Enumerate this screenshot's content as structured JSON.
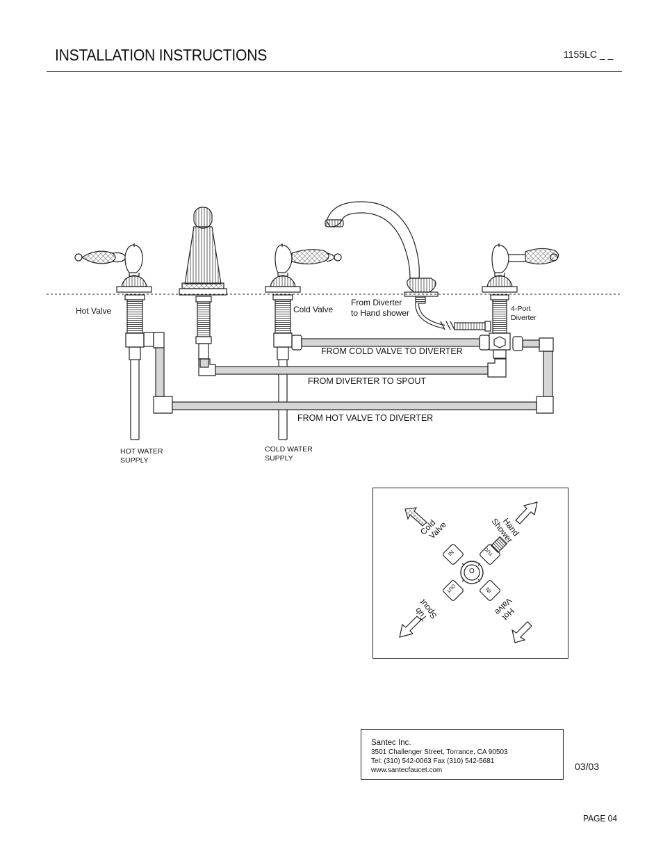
{
  "header": {
    "title": "INSTALLATION INSTRUCTIONS",
    "model": "1155LC _ _"
  },
  "diagram": {
    "labels": {
      "hot_valve": "Hot Valve",
      "cold_valve": "Cold Valve",
      "from_diverter_line1": "From Diverter",
      "from_diverter_line2": "to Hand shower",
      "diverter_line1": "4-Port",
      "diverter_line2": "Diverter",
      "run_cold": "FROM COLD VALVE TO DIVERTER",
      "run_spout": "FROM DIVERTER TO SPOUT",
      "run_hot": "FROM HOT VALVE TO DIVERTER",
      "hot_supply_line1": "HOT WATER",
      "hot_supply_line2": "SUPPLY",
      "cold_supply_line1": "COLD WATER",
      "cold_supply_line2": "SUPPLY"
    }
  },
  "port_diagram": {
    "cold_valve": [
      "Cold",
      "Valve"
    ],
    "hand_shower": [
      "Hand",
      "Shower"
    ],
    "tub_spout": [
      "Tub",
      "Spout"
    ],
    "hot_valve": [
      "Hot",
      "Valve"
    ],
    "port_in": "IN",
    "port_out": "OUT",
    "center": "O"
  },
  "contact": {
    "company": "Santec Inc.",
    "address": "3501 Challenger Street, Torrance, CA 90503",
    "phone": "Tel: (310) 542-0063  Fax (310) 542-5681",
    "website": "www.santecfaucet.com"
  },
  "footer": {
    "date_code": "03/03",
    "page": "PAGE 04"
  }
}
